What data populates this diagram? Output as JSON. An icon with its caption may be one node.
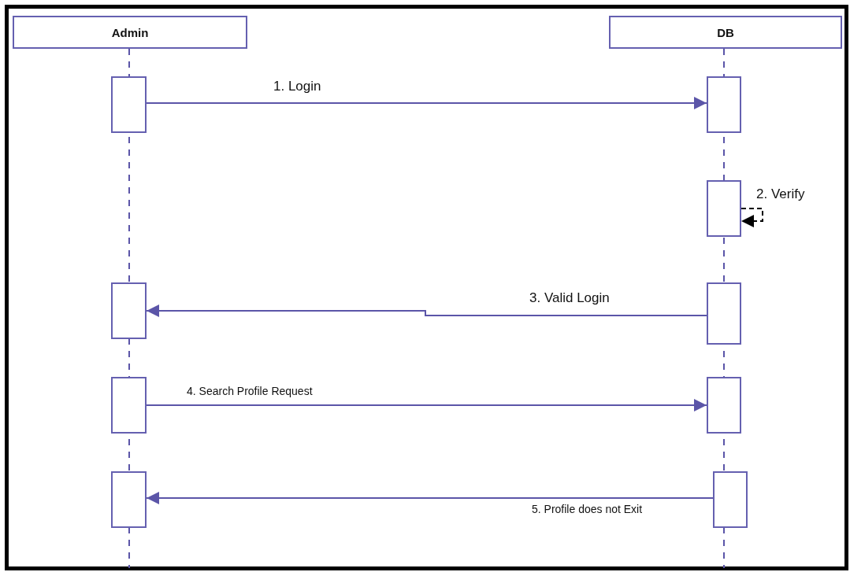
{
  "diagram": {
    "nodes": [
      {
        "text": [
          "Admin"
        ]
      },
      {
        "text": [
          "DB"
        ]
      },
      {
        "text": [],
        "shape": "bar"
      },
      {
        "text": [],
        "shape": "bar"
      },
      {
        "text": [],
        "shape": "bar"
      },
      {
        "text": [],
        "shape": "bar"
      },
      {
        "text": [],
        "shape": "bar"
      },
      {
        "text": [],
        "shape": "bar"
      },
      {
        "text": [],
        "shape": "bar"
      },
      {
        "text": [],
        "shape": "bar"
      },
      {
        "text": [],
        "shape": "bar"
      }
    ],
    "edges": [
      {
        "from": 2,
        "to": 3,
        "arrow": "to",
        "label": "1. Login"
      },
      {
        "from": 4,
        "to": 4,
        "arrow": "to",
        "label": "2. Verify",
        "style": "dashed",
        "color": "#000000"
      },
      {
        "from": 6,
        "to": 5,
        "arrow": "to",
        "label": "3. Valid Login"
      },
      {
        "from": 7,
        "to": 8,
        "arrow": "to",
        "label": "4. Search Profile Request"
      },
      {
        "from": 10,
        "to": 9,
        "arrow": "to",
        "label": "5. Profile does not Exit"
      }
    ]
  }
}
